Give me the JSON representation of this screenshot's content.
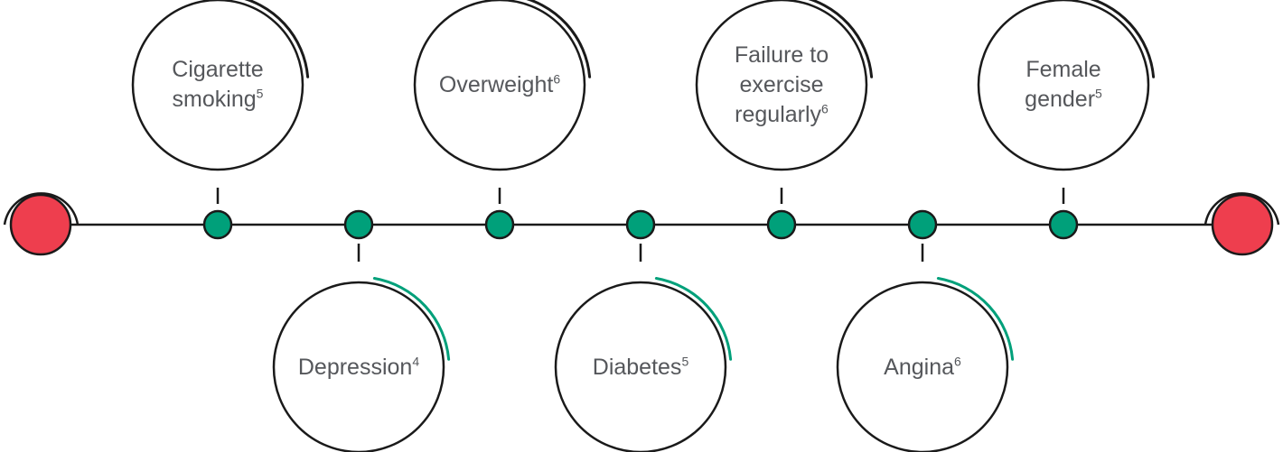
{
  "colors": {
    "endpoint": "#ee3e4e",
    "node": "#00a07a",
    "accent_arc_top": "#1a1a1a",
    "accent_arc_bottom": "#00a07a",
    "line": "#1a1a1a",
    "text": "#55575b"
  },
  "risk_factors": [
    {
      "lines": [
        "Cigarette",
        "smoking"
      ],
      "ref": "5",
      "position": "above"
    },
    {
      "lines": [
        "Depression"
      ],
      "ref": "4",
      "position": "below"
    },
    {
      "lines": [
        "Overweight"
      ],
      "ref": "6",
      "position": "above"
    },
    {
      "lines": [
        "Diabetes"
      ],
      "ref": "5",
      "position": "below"
    },
    {
      "lines": [
        "Failure to",
        "exercise",
        "regularly"
      ],
      "ref": "6",
      "position": "above"
    },
    {
      "lines": [
        "Angina"
      ],
      "ref": "6",
      "position": "below"
    },
    {
      "lines": [
        "Female",
        "gender"
      ],
      "ref": "5",
      "position": "above"
    }
  ]
}
